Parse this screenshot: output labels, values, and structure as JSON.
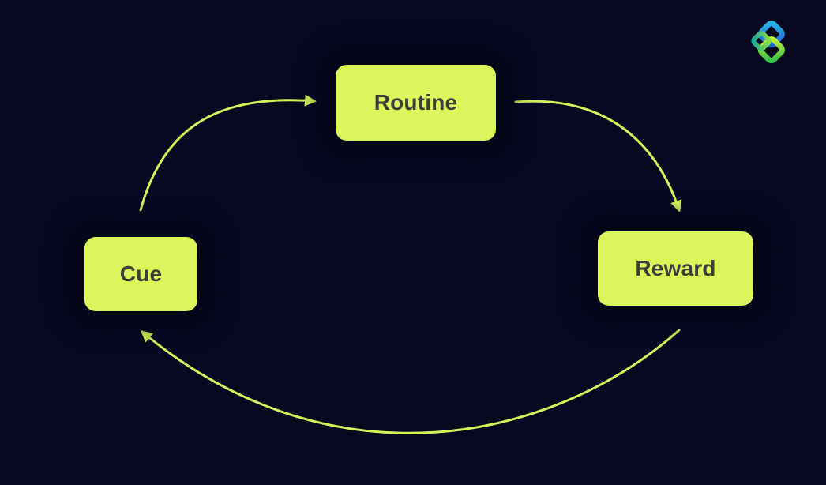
{
  "nodes": {
    "routine": "Routine",
    "cue": "Cue",
    "reward": "Reward"
  },
  "edges": [
    {
      "from": "Cue",
      "to": "Routine"
    },
    {
      "from": "Routine",
      "to": "Reward"
    },
    {
      "from": "Reward",
      "to": "Cue"
    }
  ],
  "colors": {
    "background": "#060920",
    "node_fill": "#dcf55a",
    "node_text": "#3a3f3a",
    "arrow": "#d5f25a"
  },
  "logo": {
    "icon": "interlocking-chain-logo-icon"
  }
}
